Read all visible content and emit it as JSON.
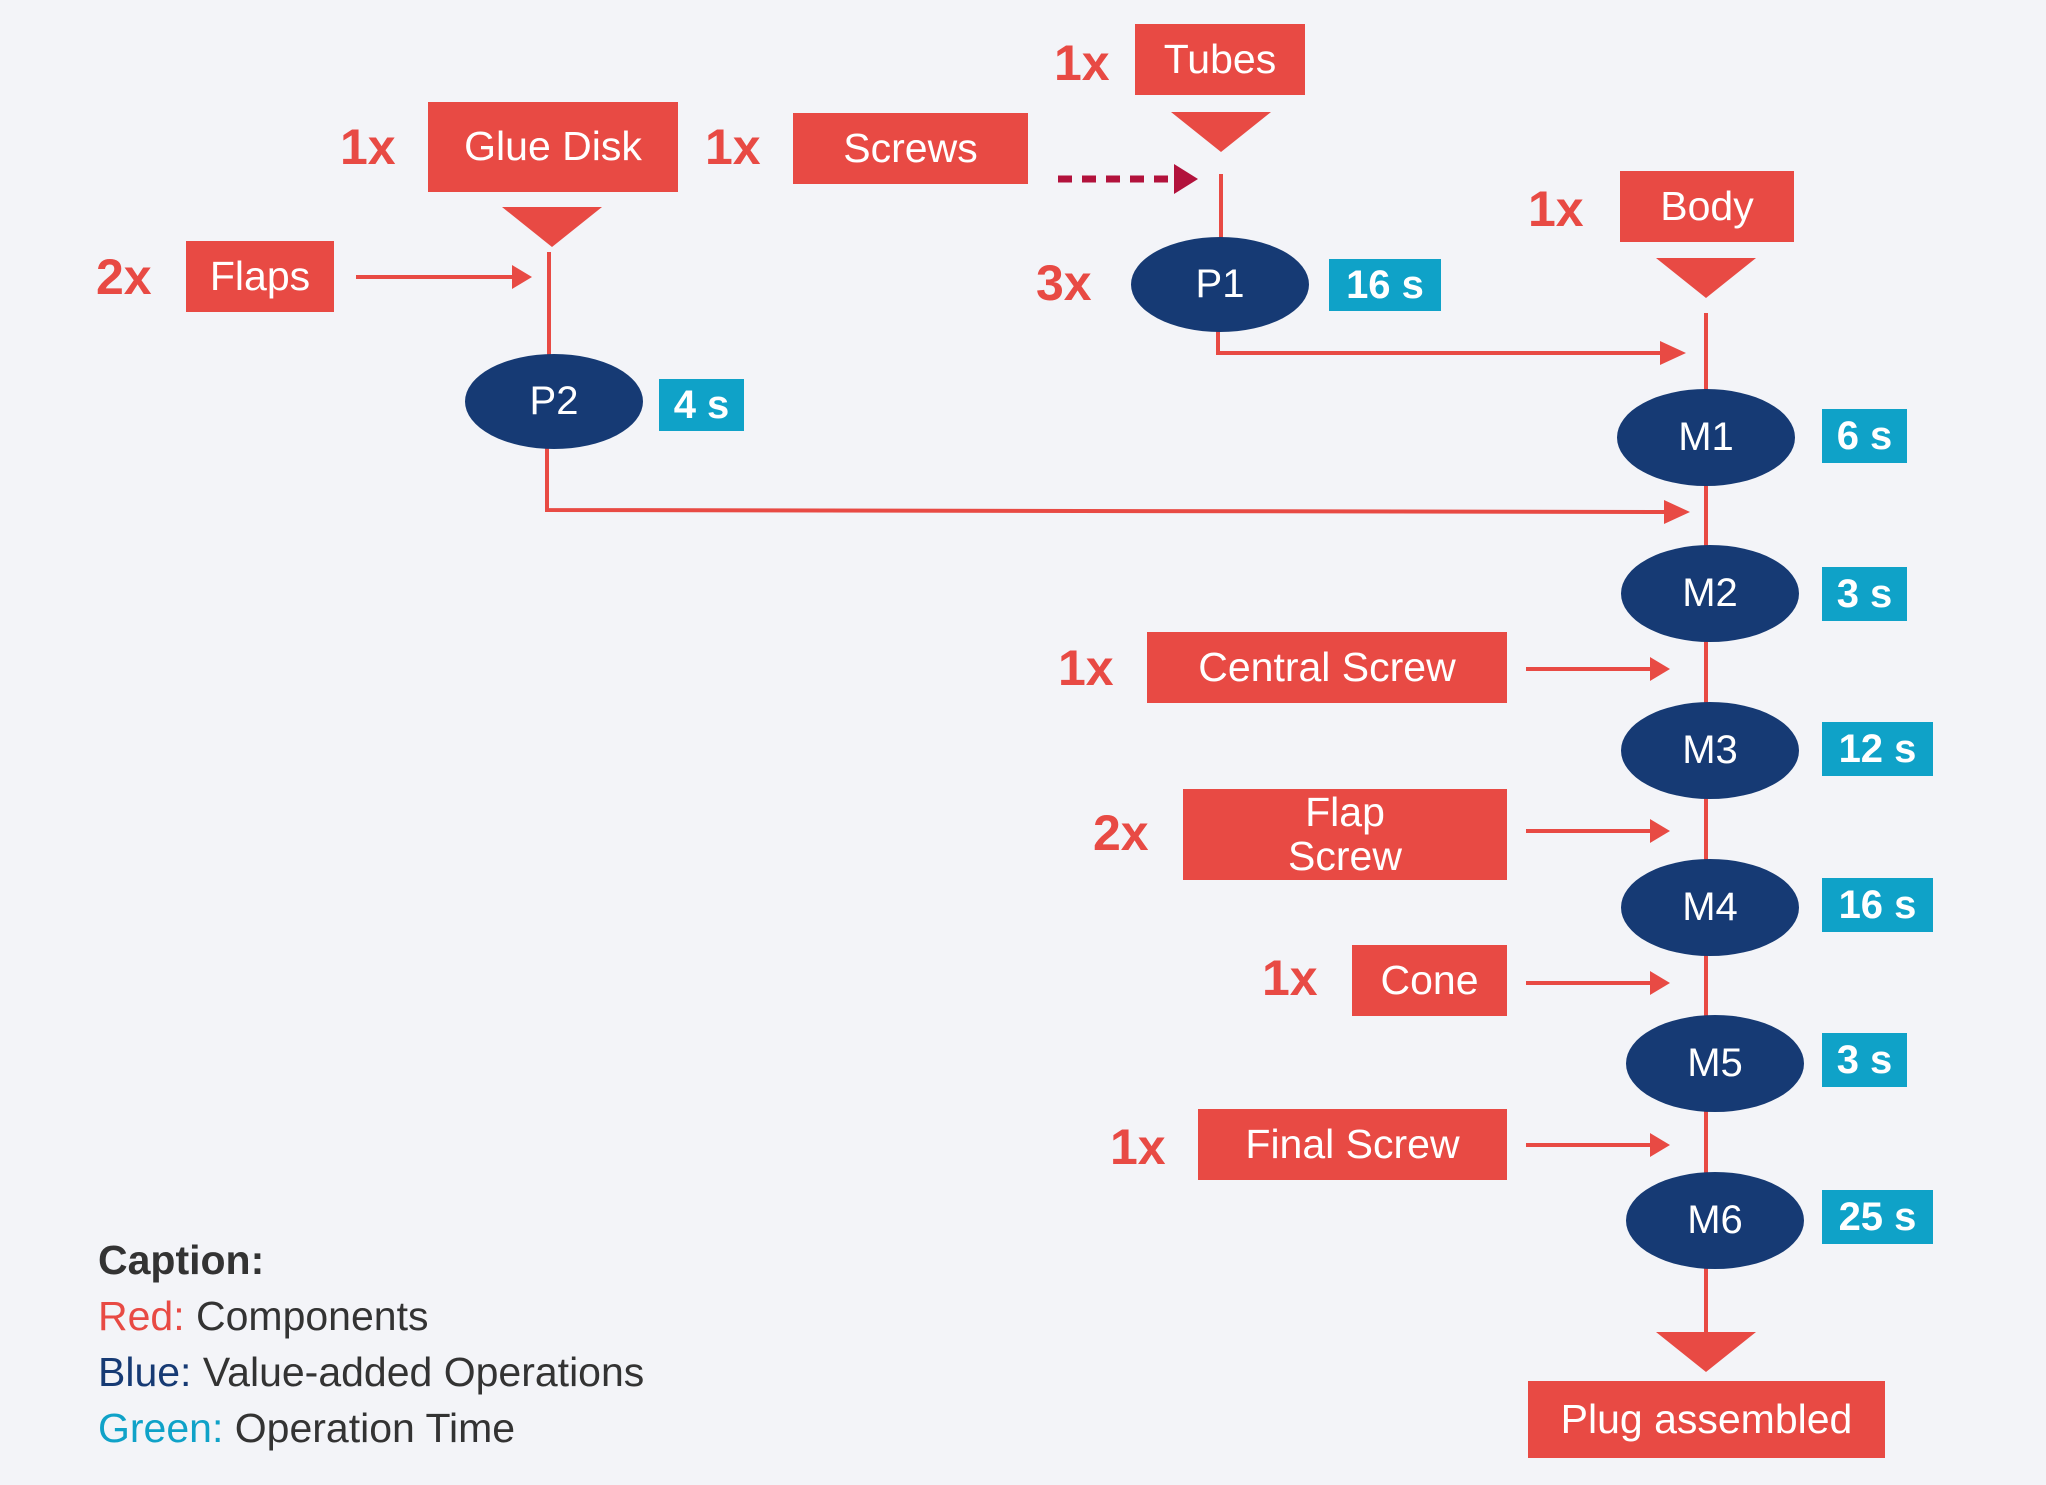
{
  "colors": {
    "component": "#e84a44",
    "operation": "#163a74",
    "time": "#0fa2c8",
    "caption_text": "#333333",
    "dotted_arrow": "#b2123c"
  },
  "components": {
    "tubes": {
      "qty": "1x",
      "label": "Tubes"
    },
    "glue_disk": {
      "qty": "1x",
      "label": "Glue Disk"
    },
    "screws": {
      "qty": "1x",
      "label": "Screws"
    },
    "body": {
      "qty": "1x",
      "label": "Body"
    },
    "flaps": {
      "qty": "2x",
      "label": "Flaps"
    },
    "central_screw": {
      "qty": "1x",
      "label": "Central Screw"
    },
    "flap_screw": {
      "qty": "2x",
      "label": "Flap\nScrew"
    },
    "cone": {
      "qty": "1x",
      "label": "Cone"
    },
    "final_screw": {
      "qty": "1x",
      "label": "Final Screw"
    },
    "output": {
      "label": "Plug assembled"
    }
  },
  "operations": {
    "p1": {
      "label": "P1",
      "time": "16 s",
      "qty": "3x"
    },
    "p2": {
      "label": "P2",
      "time": "4 s"
    },
    "m1": {
      "label": "M1",
      "time": "6 s"
    },
    "m2": {
      "label": "M2",
      "time": "3 s"
    },
    "m3": {
      "label": "M3",
      "time": "12 s"
    },
    "m4": {
      "label": "M4",
      "time": "16 s"
    },
    "m5": {
      "label": "M5",
      "time": "3 s"
    },
    "m6": {
      "label": "M6",
      "time": "25 s"
    }
  },
  "caption": {
    "title": "Caption:",
    "items": [
      {
        "key": "Red:",
        "value": "Components"
      },
      {
        "key": "Blue:",
        "value": "Value-added Operations"
      },
      {
        "key": "Green:",
        "value": "Operation Time"
      }
    ]
  }
}
